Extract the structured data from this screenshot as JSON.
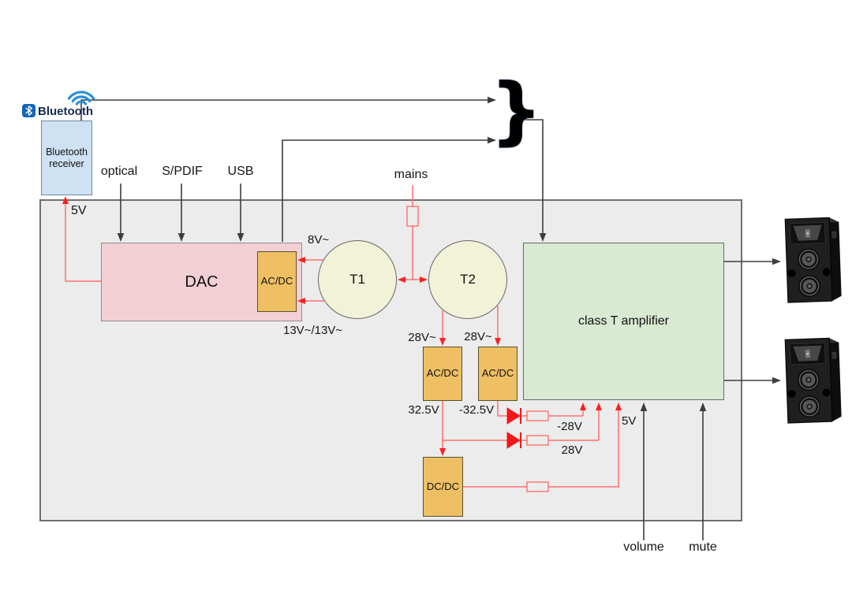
{
  "colors": {
    "enclosure_fill": "#ececec",
    "receiver_fill": "#cfe2f3",
    "dac_fill": "#f2cfd4",
    "converter_fill": "#eec063",
    "transformer_fill": "#f2f2d8",
    "amplifier_fill": "#d9ead3",
    "signal_line": "#3d3d3d",
    "power_line": "#ff7070",
    "power_arrow": "#ff2020",
    "bluetooth_blue": "#2a8fd8"
  },
  "logo": {
    "text": "Bluetooth"
  },
  "blocks": {
    "receiver": "Bluetooth receiver",
    "dac": "DAC",
    "dac_acdc": "AC/DC",
    "t1": "T1",
    "t2": "T2",
    "amplifier": "class T amplifier",
    "acdc_pos": "AC/DC",
    "acdc_neg": "AC/DC",
    "dcdc": "DC/DC"
  },
  "inputs": {
    "optical": "optical",
    "spdif": "S/PDIF",
    "usb": "USB",
    "mains": "mains"
  },
  "controls": {
    "volume": "volume",
    "mute": "mute"
  },
  "voltages": {
    "receiver_supply": "5V",
    "dac_acdc_in_top": "8V~",
    "dac_acdc_in_bottom": "13V~/13V~",
    "t2_out_left": "28V~",
    "t2_out_right": "28V~",
    "acdc_pos_out": "32.5V",
    "acdc_neg_out": "-32.5V",
    "amp_rail_neg": "-28V",
    "amp_rail_pos": "28V",
    "amp_rail_logic": "5V"
  },
  "merge_brace": "}"
}
